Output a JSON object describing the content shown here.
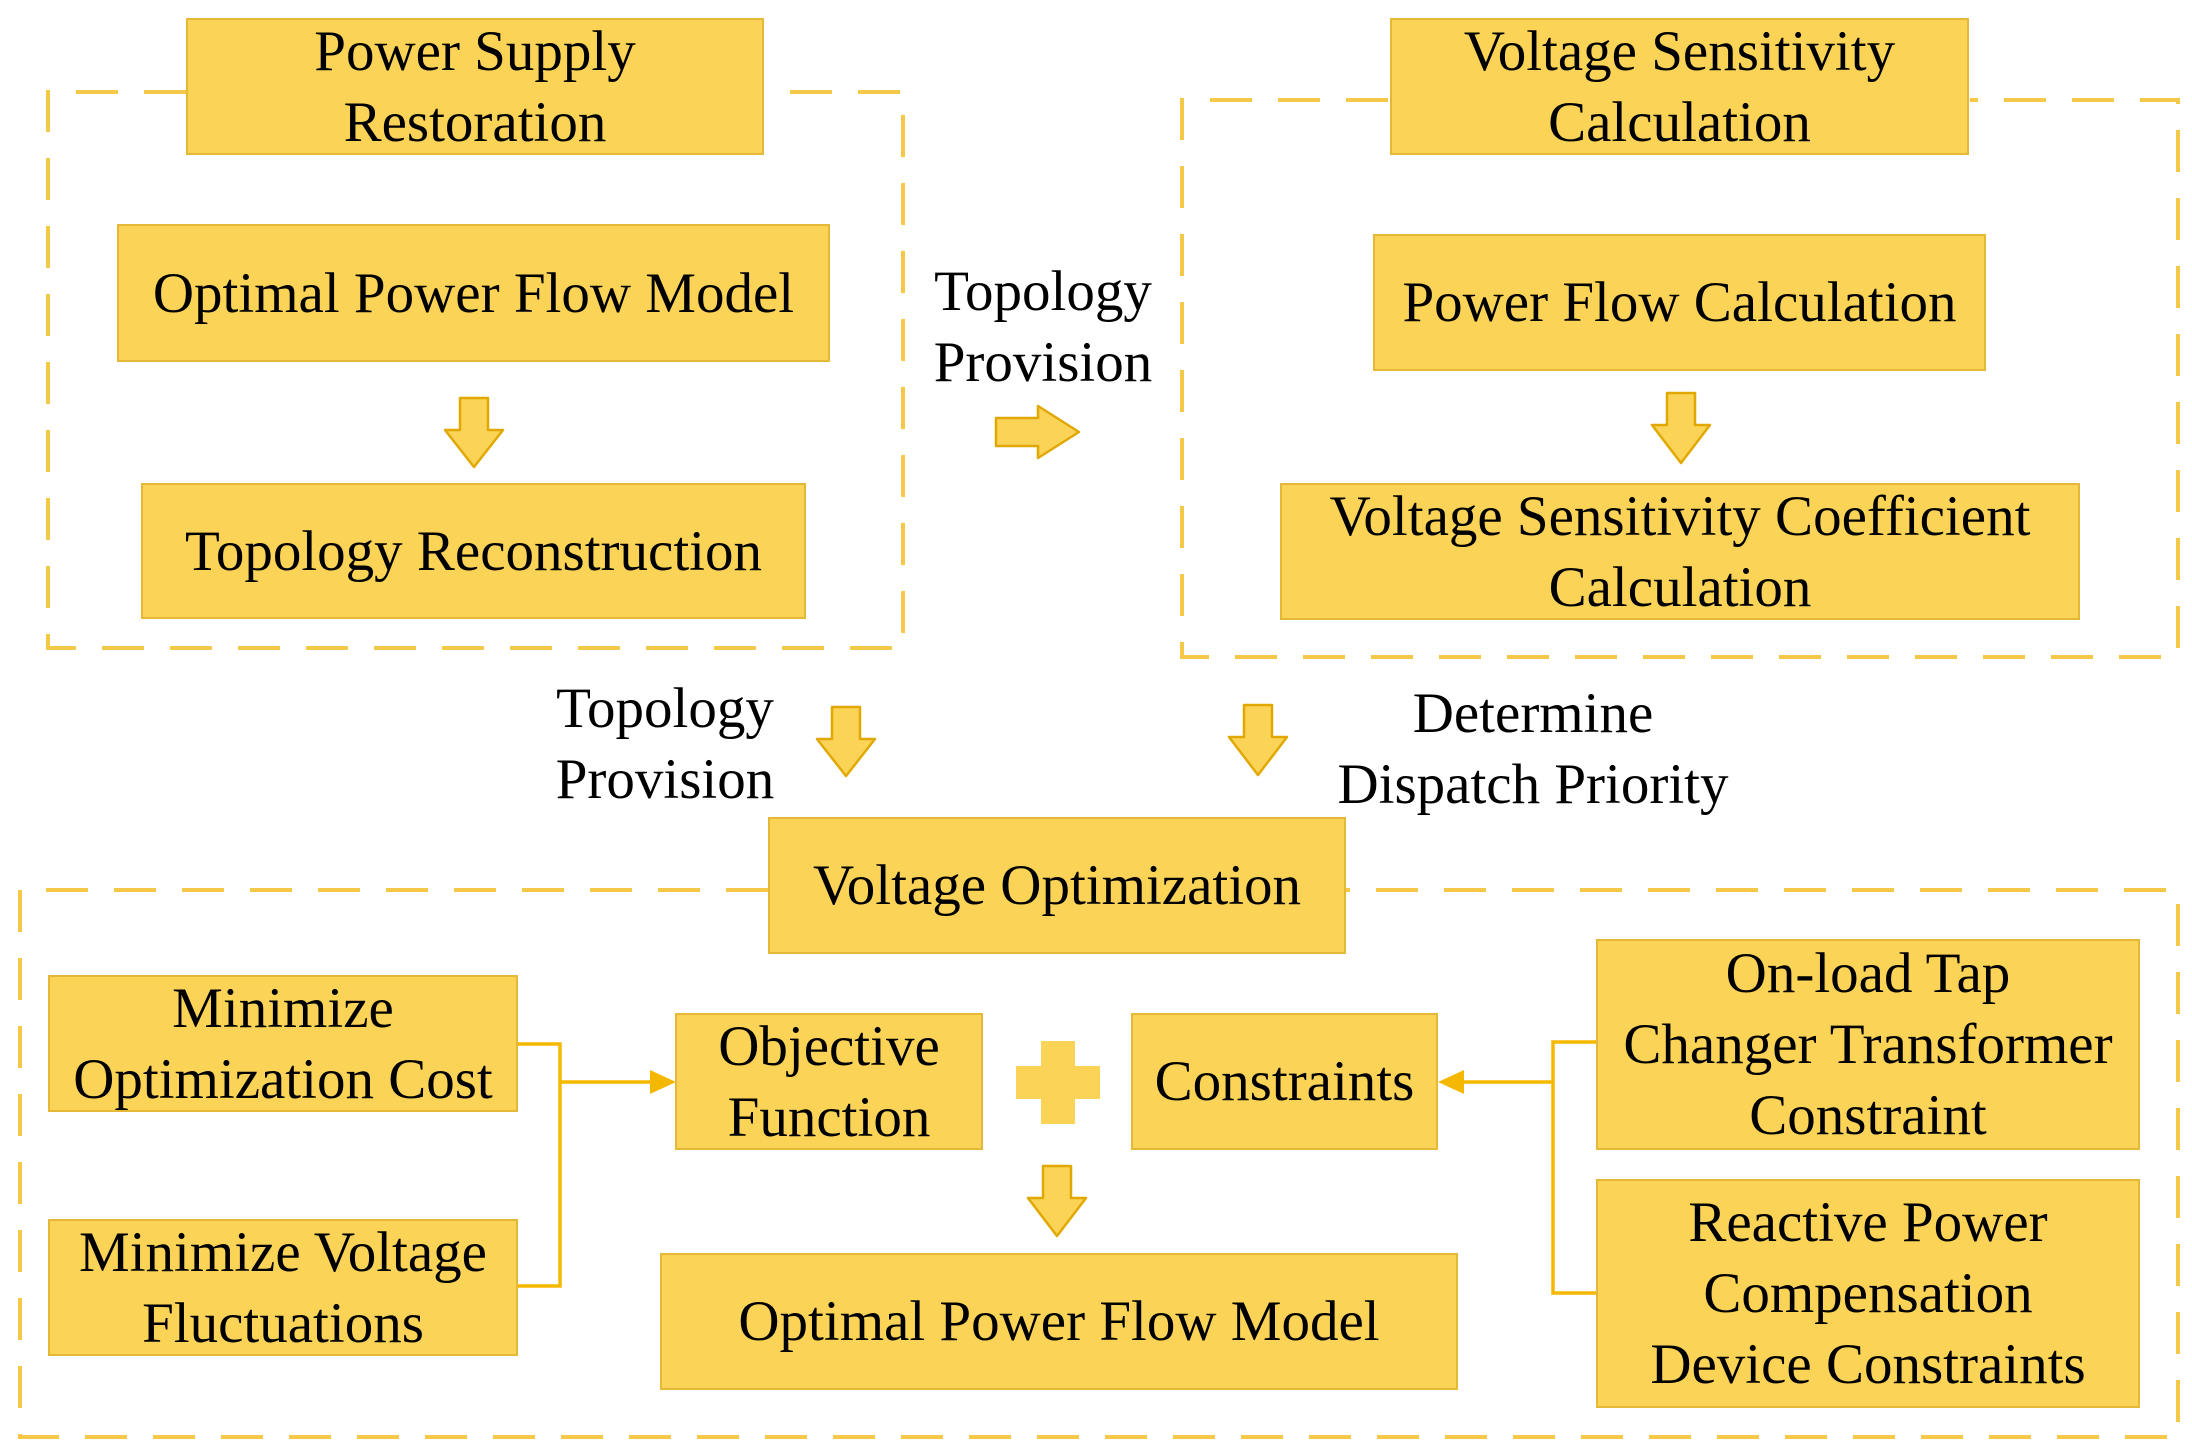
{
  "colors": {
    "box_fill": "#fbd457",
    "box_border": "#e6b838",
    "dashed_border": "#f5c84a",
    "connector": "#f5b800",
    "arrow_fill": "#fbd457",
    "arrow_stroke": "#e0a800"
  },
  "sections": {
    "power_supply_restoration": {
      "title": [
        "Power Supply",
        "Restoration"
      ],
      "optimal_power_flow_model": "Optimal Power Flow Model",
      "topology_reconstruction": "Topology Reconstruction"
    },
    "voltage_sensitivity_calculation": {
      "title": [
        "Voltage Sensitivity",
        "Calculation"
      ],
      "power_flow_calculation": "Power Flow Calculation",
      "coefficient_calculation": [
        "Voltage Sensitivity Coefficient",
        "Calculation"
      ]
    },
    "voltage_optimization": {
      "title": "Voltage Optimization",
      "minimize_cost": [
        "Minimize",
        "Optimization Cost"
      ],
      "minimize_fluctuations": [
        "Minimize Voltage",
        "Fluctuations"
      ],
      "objective_function": [
        "Objective",
        "Function"
      ],
      "constraints": "Constraints",
      "oltc_constraint": [
        "On-load Tap",
        "Changer Transformer",
        "Constraint"
      ],
      "reactive_power_constraints": [
        "Reactive Power",
        "Compensation",
        "Device Constraints"
      ],
      "optimal_power_flow_model": "Optimal Power Flow Model"
    }
  },
  "flow_labels": {
    "topology_provision_top": [
      "Topology",
      "Provision"
    ],
    "topology_provision_bottom": [
      "Topology",
      "Provision"
    ],
    "determine_dispatch_priority": [
      "Determine",
      "Dispatch Priority"
    ]
  }
}
